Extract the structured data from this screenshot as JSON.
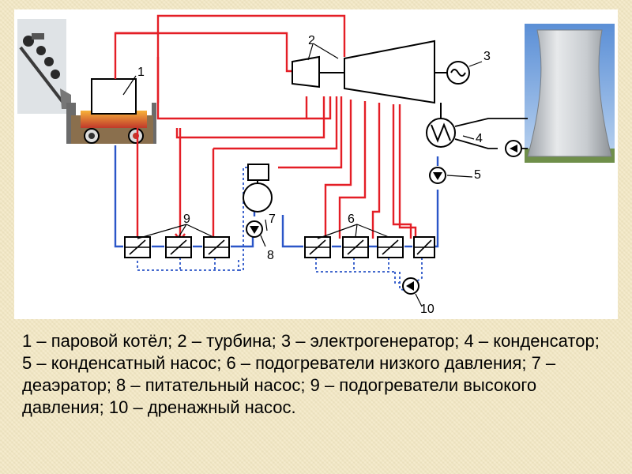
{
  "diagram": {
    "labels": {
      "boiler": "1",
      "turbine": "2",
      "generator": "3",
      "condenser": "4",
      "condensate_pump": "5",
      "lp_heaters": "6",
      "deaerator": "7",
      "feed_pump": "8",
      "hp_heaters": "9",
      "drain_pump": "10"
    },
    "colors": {
      "steam": "#e41e26",
      "water": "#2b56c8",
      "outline": "#000000"
    },
    "icons": [
      "coal-conveyor-icon",
      "cooling-tower-icon",
      "generator-icon",
      "pump-icon"
    ]
  },
  "caption": {
    "text": "1 – паровой котёл; 2 – турбина; 3 – электрогенератор; 4 – конденсатор; 5 – конденсатный насос; 6 – подогреватели низкого давления; 7 – деаэратор; 8 – питательный насос; 9 – подогреватели высокого давления; 10 – дренажный насос."
  }
}
